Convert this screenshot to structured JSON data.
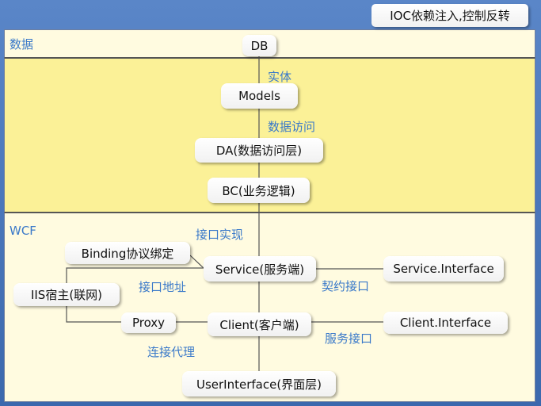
{
  "diagram": {
    "title": "IOC依赖注入,控制反转",
    "sections": {
      "data": "数据",
      "wcf": "WCF"
    },
    "nodes": {
      "db": "DB",
      "models": "Models",
      "da": "DA(数据访问层)",
      "bc": "BC(业务逻辑)",
      "binding": "Binding协议绑定",
      "service": "Service(服务端)",
      "service_interface": "Service.Interface",
      "iis": "IIS宿主(联网)",
      "proxy": "Proxy",
      "client": "Client(客户端)",
      "client_interface": "Client.Interface",
      "ui": "UserInterface(界面层)"
    },
    "edge_labels": {
      "entity": "实体",
      "data_access": "数据访问",
      "interface_impl": "接口实现",
      "interface_address": "接口地址",
      "contract_interface": "契约接口",
      "service_interface": "服务接口",
      "connect_proxy": "连接代理"
    },
    "colors": {
      "background": "#3f6fb5",
      "data_panel": "#fbf197",
      "wcf_panel": "#fffbe0",
      "label_text": "#3a79c9"
    }
  }
}
